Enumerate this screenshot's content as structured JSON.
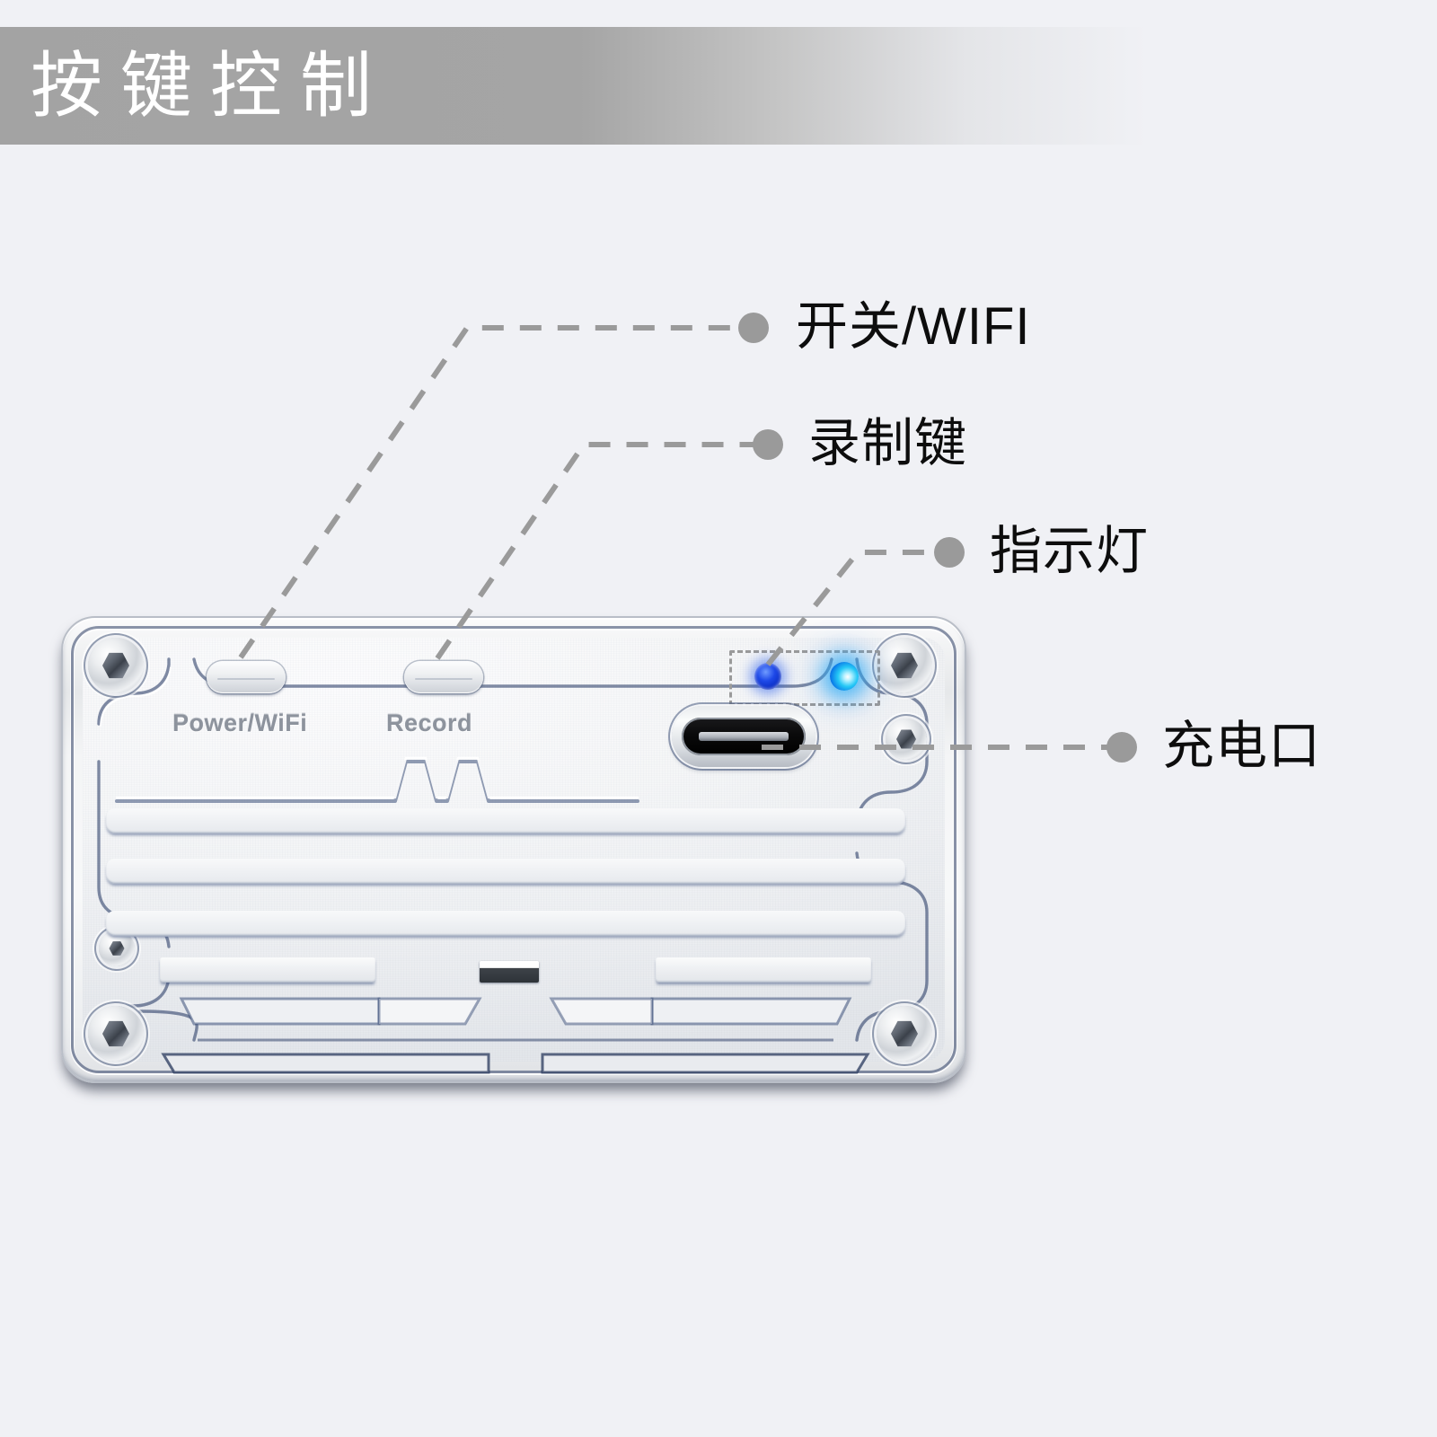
{
  "page": {
    "background_color": "#f0f1f5"
  },
  "banner": {
    "title": "按键控制",
    "text_color": "#ffffff",
    "start_color": "#a3a3a3",
    "end_color": "#f0f1f5"
  },
  "callouts": {
    "dot_color": "#9a9a9a",
    "line_color": "#9a9a9a",
    "items": [
      {
        "id": "power-wifi",
        "label": "开关/WIFI",
        "target": "Power/WiFi button"
      },
      {
        "id": "record",
        "label": "录制键",
        "target": "Record button"
      },
      {
        "id": "indicator",
        "label": "指示灯",
        "target": "LED indicators"
      },
      {
        "id": "charge-port",
        "label": "充电口",
        "target": "USB-C charging port"
      }
    ]
  },
  "device": {
    "name": "metal base plate",
    "body_color": "#f2f3f5",
    "buttons": [
      {
        "id": "power-wifi-button",
        "caption": "Power/WiFi"
      },
      {
        "id": "record-button",
        "caption": "Record"
      }
    ],
    "indicators": [
      {
        "id": "led-left",
        "color": "#1e49e8",
        "state": "blue"
      },
      {
        "id": "led-right",
        "color": "#25c8f6",
        "state": "cyan-lit"
      }
    ],
    "port": {
      "id": "usb-c-port",
      "type": "USB-C"
    },
    "screws": {
      "count": 6,
      "type": "hex socket"
    },
    "grooves": {
      "long_count": 3,
      "slot_rows": 3
    }
  }
}
